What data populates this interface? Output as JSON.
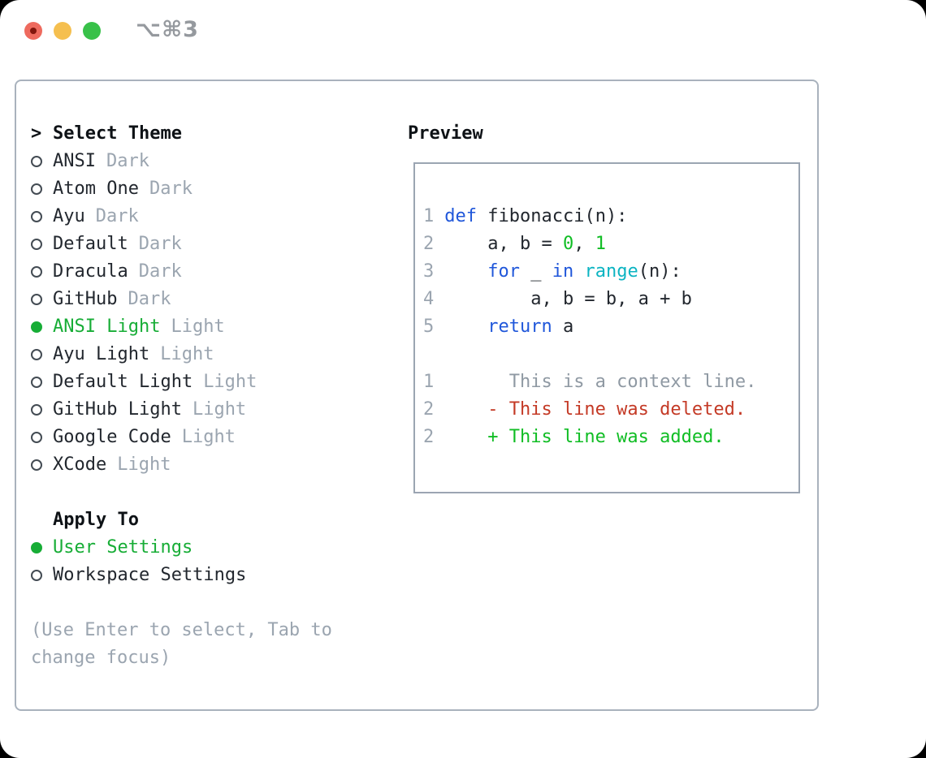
{
  "window": {
    "title_shortcut": "⌥⌘3",
    "traffic_lights": [
      "close",
      "minimize",
      "zoom"
    ]
  },
  "theme_panel": {
    "prompt": ">",
    "header": "Select Theme",
    "items": [
      {
        "name": "ANSI",
        "tag": "Dark",
        "selected": false
      },
      {
        "name": "Atom One",
        "tag": "Dark",
        "selected": false
      },
      {
        "name": "Ayu",
        "tag": "Dark",
        "selected": false
      },
      {
        "name": "Default",
        "tag": "Dark",
        "selected": false
      },
      {
        "name": "Dracula",
        "tag": "Dark",
        "selected": false
      },
      {
        "name": "GitHub",
        "tag": "Dark",
        "selected": false
      },
      {
        "name": "ANSI Light",
        "tag": "Light",
        "selected": true
      },
      {
        "name": "Ayu Light",
        "tag": "Light",
        "selected": false
      },
      {
        "name": "Default Light",
        "tag": "Light",
        "selected": false
      },
      {
        "name": "GitHub Light",
        "tag": "Light",
        "selected": false
      },
      {
        "name": "Google Code",
        "tag": "Light",
        "selected": false
      },
      {
        "name": "XCode",
        "tag": "Light",
        "selected": false
      }
    ]
  },
  "apply_panel": {
    "header": "Apply To",
    "options": [
      {
        "name": "User Settings",
        "selected": true
      },
      {
        "name": "Workspace Settings",
        "selected": false
      }
    ]
  },
  "footer_hint": "(Use Enter to select, Tab to change focus)",
  "preview": {
    "header": "Preview",
    "lines": [
      {
        "num": "1",
        "tokens": [
          {
            "t": "def",
            "c": "kw"
          },
          {
            "t": " fibonacci(n):",
            "c": "txt"
          }
        ]
      },
      {
        "num": "2",
        "tokens": [
          {
            "t": "    a, b = ",
            "c": "txt"
          },
          {
            "t": "0",
            "c": "num"
          },
          {
            "t": ", ",
            "c": "txt"
          },
          {
            "t": "1",
            "c": "num"
          }
        ]
      },
      {
        "num": "3",
        "tokens": [
          {
            "t": "    ",
            "c": "txt"
          },
          {
            "t": "for",
            "c": "kw"
          },
          {
            "t": " _ ",
            "c": "txt"
          },
          {
            "t": "in",
            "c": "kw"
          },
          {
            "t": " ",
            "c": "txt"
          },
          {
            "t": "range",
            "c": "fn"
          },
          {
            "t": "(n):",
            "c": "txt"
          }
        ]
      },
      {
        "num": "4",
        "tokens": [
          {
            "t": "        a, b = b, a + b",
            "c": "txt"
          }
        ]
      },
      {
        "num": "5",
        "tokens": [
          {
            "t": "    ",
            "c": "txt"
          },
          {
            "t": "return",
            "c": "kw"
          },
          {
            "t": " a",
            "c": "txt"
          }
        ]
      },
      {
        "num": "",
        "tokens": []
      },
      {
        "num": "1",
        "tokens": [
          {
            "t": "      This is a context line.",
            "c": "ctx"
          }
        ]
      },
      {
        "num": "2",
        "tokens": [
          {
            "t": "    - This line was deleted.",
            "c": "del"
          }
        ]
      },
      {
        "num": "2",
        "tokens": [
          {
            "t": "    + This line was added.",
            "c": "add"
          }
        ]
      }
    ]
  },
  "colors": {
    "accent_green": "#17ad36",
    "code_blue": "#2057da",
    "code_cyan": "#0cb4c2",
    "code_green": "#10bd24",
    "diff_red": "#c43a26",
    "muted_gray": "#9ba5b0",
    "context_gray": "#8f99a3",
    "text_dark": "#22272e",
    "header_black": "#0e1216",
    "outer_border": "#a9b2bd",
    "preview_border": "#9ba5b2",
    "traffic_red": "#ee6a5e",
    "traffic_yellow": "#f5bf4f",
    "traffic_green": "#38c149",
    "title_gray": "#95999e"
  }
}
